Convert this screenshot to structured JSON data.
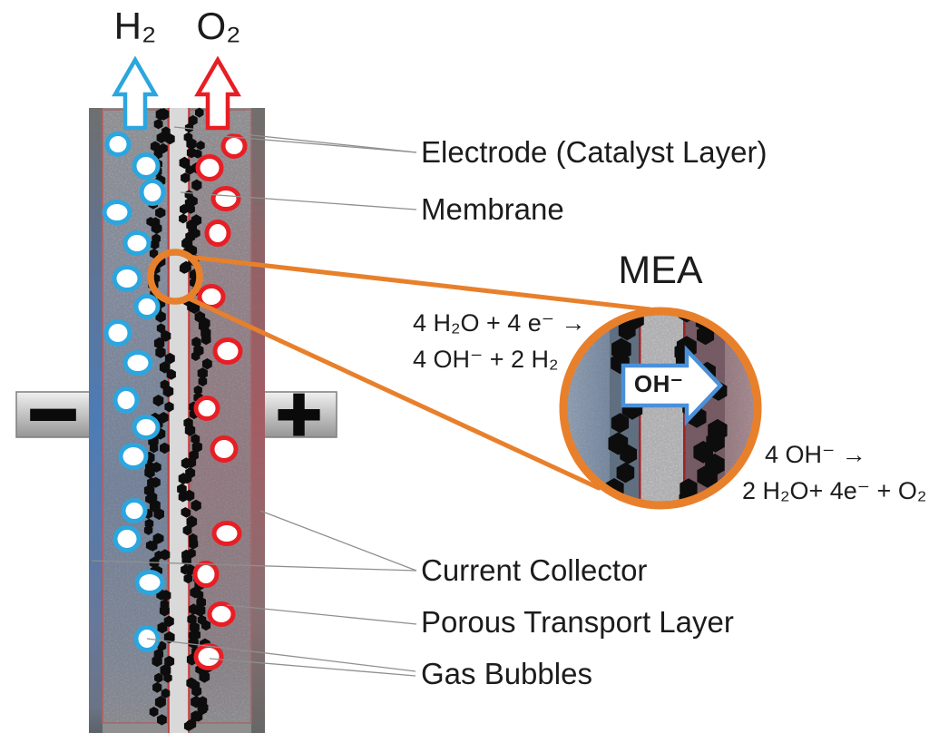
{
  "gases": {
    "hydrogen": "H₂",
    "oxygen": "O₂"
  },
  "terminals": {
    "negative": "−",
    "positive": "+"
  },
  "labels": {
    "electrode": "Electrode (Catalyst Layer)",
    "membrane": "Membrane",
    "current_collector": "Current Collector",
    "porous_transport_layer": "Porous Transport Layer",
    "gas_bubbles": "Gas Bubbles"
  },
  "inset": {
    "title": "MEA",
    "ion_label": "OH⁻",
    "cathode_reaction_line1": "4 H₂O + 4 e⁻ →",
    "cathode_reaction_line2": "4 OH⁻ + 2 H₂",
    "anode_reaction_line1": "4 OH⁻ →",
    "anode_reaction_line2": "2 H₂O+ 4e⁻ + O₂"
  },
  "colors": {
    "hydrogen_blue": "#2BA6DF",
    "oxygen_red": "#E81E25",
    "orange": "#E8802B",
    "oh_arrow_blue": "#4A90D9",
    "membrane_grey": "#D9D9D9",
    "catalyst_black": "#0D0D0D",
    "red_border": "#D95252",
    "leader_grey": "#8F8F8F"
  }
}
